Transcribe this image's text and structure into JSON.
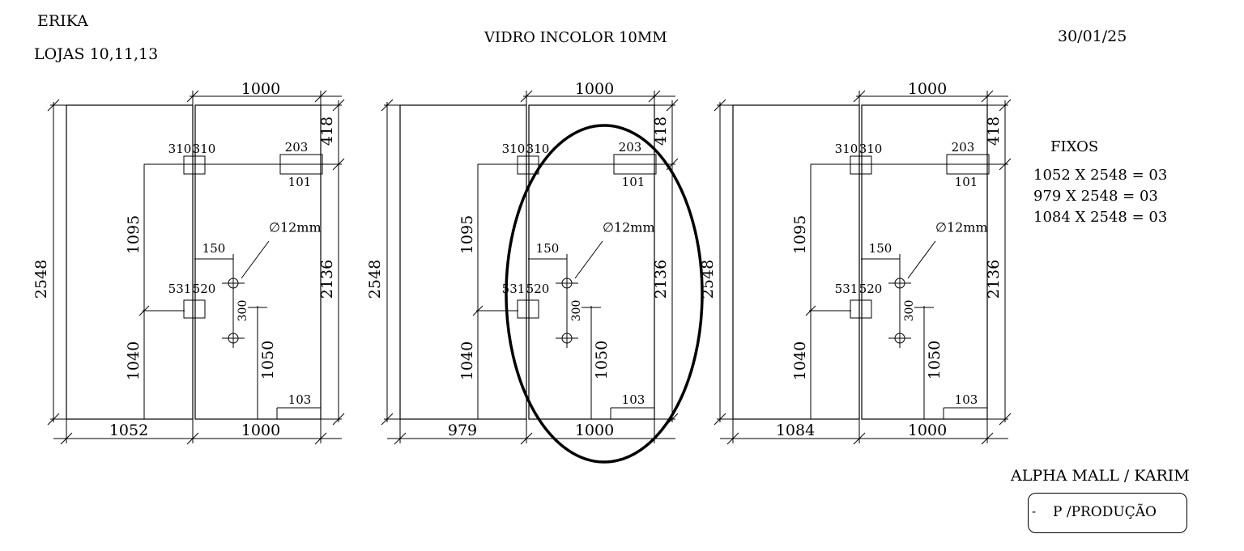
{
  "header": {
    "client": "ERIKA",
    "stores": "LOJAS   10,11,13",
    "material": "VIDRO INCOLOR 10MM",
    "date": "30/01/25"
  },
  "fixed": {
    "title": "FIXOS",
    "items": [
      "1052 X 2548 = 03",
      "979 X 2548 = 03",
      "1084 X 2548 = 03"
    ]
  },
  "footer": {
    "project": "ALPHA MALL / KARIM",
    "production": "P /PRODUÇÃO"
  },
  "drawings": [
    {
      "left_width": "1052",
      "top_width": "1000",
      "bottom_width": "1000",
      "height": "2548",
      "top_offset": "418",
      "door_height": "2136",
      "hinge_a": "310",
      "hinge_b": "310",
      "lock_top": "203",
      "lock_bottom": "101",
      "upper_height": "1095",
      "lower_height": "1040",
      "handle_dist": "150",
      "hole": "∅12mm",
      "bracket_a": "531",
      "bracket_b": "520",
      "hole_spacing": "300",
      "handle_height": "1050",
      "floor_gap": "103"
    },
    {
      "left_width": "979",
      "top_width": "1000",
      "bottom_width": "1000",
      "height": "2548",
      "top_offset": "418",
      "door_height": "2136",
      "hinge_a": "310",
      "hinge_b": "310",
      "lock_top": "203",
      "lock_bottom": "101",
      "upper_height": "1095",
      "lower_height": "1040",
      "handle_dist": "150",
      "hole": "∅12mm",
      "bracket_a": "531",
      "bracket_b": "520",
      "hole_spacing": "300",
      "handle_height": "1050",
      "floor_gap": "103"
    },
    {
      "left_width": "1084",
      "top_width": "1000",
      "bottom_width": "1000",
      "height": "2548",
      "top_offset": "418",
      "door_height": "2136",
      "hinge_a": "310",
      "hinge_b": "310",
      "lock_top": "203",
      "lock_bottom": "101",
      "upper_height": "1095",
      "lower_height": "1040",
      "handle_dist": "150",
      "hole": "∅12mm",
      "bracket_a": "531",
      "bracket_b": "520",
      "hole_spacing": "300",
      "handle_height": "1050",
      "floor_gap": "103"
    }
  ]
}
